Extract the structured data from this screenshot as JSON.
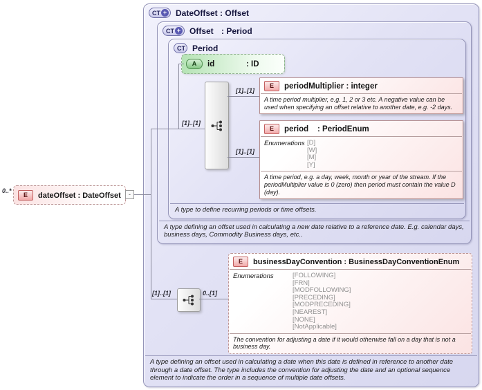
{
  "diagram": {
    "root_element": {
      "cardinality": "0..*",
      "badge": "E",
      "name": "dateOffset",
      "type_label": ": DateOffset",
      "collapse_glyph": "-"
    },
    "outer": {
      "badge": "CT",
      "plus": "+",
      "title_name": "DateOffset",
      "title_type": ": Offset",
      "description": "A type defining an offset used in calculating a date when this date is defined in reference to another date through a date offset. The type includes the convention for adjusting the date and an optional sequence element to indicate the order in a sequence of multiple date offsets."
    },
    "offset": {
      "badge": "CT",
      "plus": "+",
      "title_name": "Offset",
      "title_type": ": Period",
      "description": "A type defining an offset used in calculating a new date relative to a reference date. E.g. calendar days, business days, Commodity Business days, etc.."
    },
    "period_type": {
      "badge": "CT",
      "title_name": "Period",
      "description": "A type to define recurring periods or time offsets."
    },
    "id_attr": {
      "badge": "A",
      "name": "id",
      "type_label": ": ID"
    },
    "period_multiplier": {
      "badge": "E",
      "name": "periodMultiplier",
      "type_label": ": integer",
      "description": "A time period multiplier, e.g. 1, 2 or 3 etc. A negative value can be used when specifying an offset relative to another date, e.g. -2 days."
    },
    "period_el": {
      "badge": "E",
      "name": "period",
      "type_label": ": PeriodEnum",
      "enum_label": "Enumerations",
      "enums": [
        "[D]",
        "[W]",
        "[M]",
        "[Y]"
      ],
      "description": "A time period, e.g. a day, week, month or year of the stream. If the periodMultiplier value is 0 (zero) then period must contain the value D (day)."
    },
    "bdc": {
      "badge": "E",
      "name": "businessDayConvention",
      "type_label": ": BusinessDayConventionEnum",
      "enum_label": "Enumerations",
      "enums": [
        "[FOLLOWING]",
        "[FRN]",
        "[MODFOLLOWING]",
        "[PRECEDING]",
        "[MODPRECEDING]",
        "[NEAREST]",
        "[NONE]",
        "[NotApplicable]"
      ],
      "description": "The convention for adjusting a date if it would otherwise fall on a day that is not a business day."
    },
    "connectors": {
      "seq_top": "[1]..[1]",
      "pm": "[1]..[1]",
      "period": "[1]..[1]",
      "bottom_left": "[1]..[1]",
      "bottom_right": "0..[1]"
    },
    "colors": {
      "complextype_fill": "#e2e2f5",
      "element_fill": "#fbe3e3",
      "attribute_fill": "#b5e3b5",
      "line": "#8a8a9c"
    }
  }
}
